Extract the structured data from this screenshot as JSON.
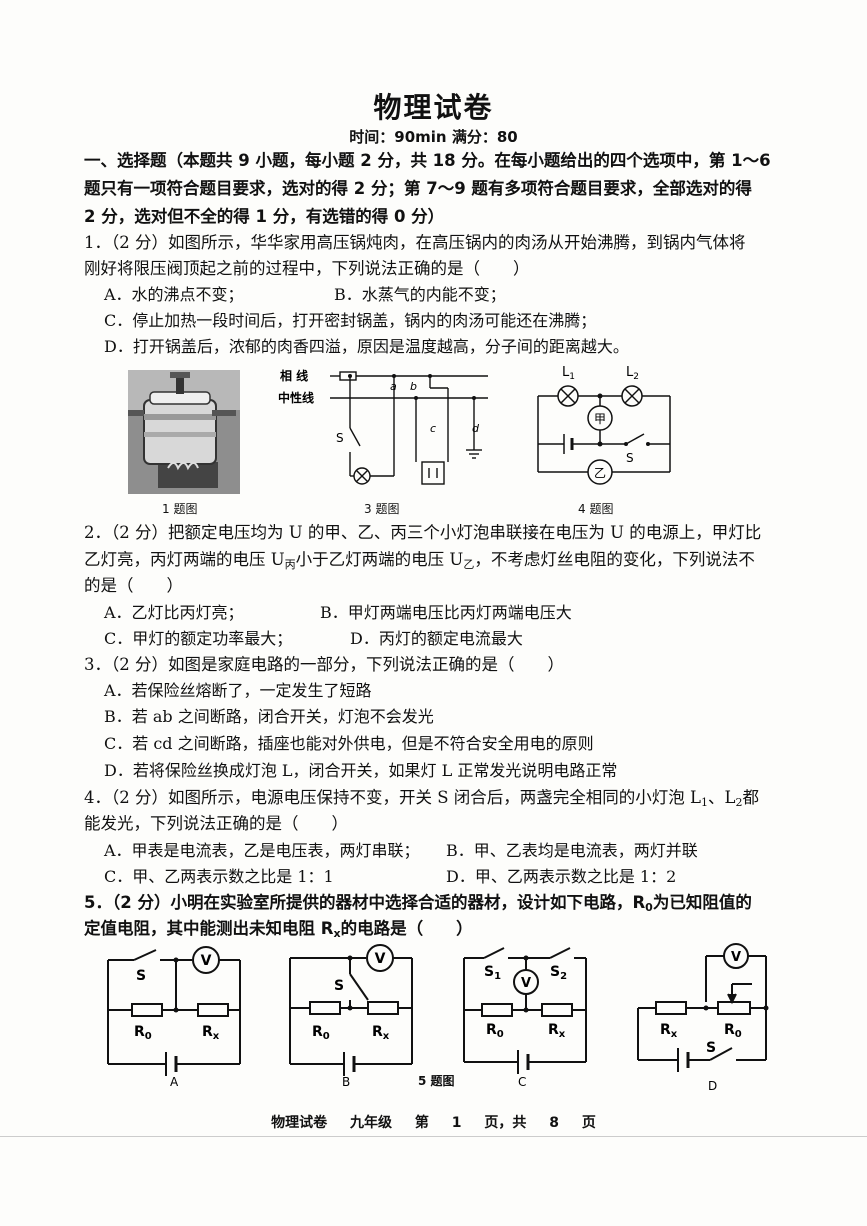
{
  "doc": {
    "title": "物理试卷",
    "meta": "时间：90min 满分：80",
    "section1": [
      "一、选择题（本题共 9 小题，每小题 2 分，共 18 分。在每小题给出的四个选项中，第 1～6",
      "题只有一项符合题目要求，选对的得 2 分；第 7～9 题有多项符合题目要求，全部选对的得",
      "2 分，选对但不全的得 1 分，有选错的得 0 分）"
    ]
  },
  "q1": {
    "stem": [
      "1．（2 分）如图所示，华华家用高压锅炖肉，在高压锅内的肉汤从开始沸腾，到锅内气体将",
      "刚好将限压阀顶起之前的过程中，下列说法正确的是（　　）"
    ],
    "a": "A．水的沸点不变；",
    "b": "B．水蒸气的内能不变；",
    "c": "C．停止加热一段时间后，打开密封锅盖，锅内的肉汤可能还在沸腾；",
    "d": "D．打开锅盖后，浓郁的肉香四溢，原因是温度越高，分子间的距离越大。"
  },
  "figs": {
    "fig1": "1 题图",
    "fig3": "3 题图",
    "fig4": "4 题图",
    "fig5": "5 题图",
    "live": "相 线",
    "neutral": "中性线",
    "pa": "a",
    "pb": "b",
    "pc": "c",
    "pd": "d",
    "s": "S",
    "l1": "L",
    "l1sub": "1",
    "l2": "L",
    "l2sub": "2",
    "jia": "甲",
    "yi": "乙",
    "vm": "V",
    "r0": "R",
    "r0sub": "0",
    "rx": "R",
    "rxsub": "x",
    "s1": "S",
    "s1sub": "1",
    "s2": "S",
    "s2sub": "2",
    "la": "A",
    "lb": "B",
    "lc": "C",
    "ld": "D"
  },
  "q2": {
    "stem1": "2．（2 分）把额定电压均为 U 的甲、乙、丙三个小灯泡串联接在电压为 U 的电源上，甲灯比",
    "stem2a": "乙灯亮，丙灯两端的电压 U",
    "sub1": "丙",
    "stem2b": "小于乙灯两端的电压 U",
    "sub2": "乙",
    "stem2c": "，不考虑灯丝电阻的变化，下列说法不",
    "stem3": "的是（　　）",
    "a": "A．乙灯比丙灯亮；",
    "b": "B．甲灯两端电压比丙灯两端电压大",
    "c": "C．甲灯的额定功率最大；",
    "d": "D．丙灯的额定电流最大"
  },
  "q3": {
    "stem": "3．（2 分）如图是家庭电路的一部分，下列说法正确的是（　　）",
    "a": "A．若保险丝熔断了，一定发生了短路",
    "b": "B．若 ab 之间断路，闭合开关，灯泡不会发光",
    "c": "C．若 cd 之间断路，插座也能对外供电，但是不符合安全用电的原则",
    "d": "D．若将保险丝换成灯泡 L，闭合开关，如果灯 L 正常发光说明电路正常"
  },
  "q4": {
    "stem1a": "4．（2 分）如图所示，电源电压保持不变，开关 S 闭合后，两盏完全相同的小灯泡 L",
    "sub1": "1",
    "stem1b": "、L",
    "sub2": "2",
    "stem1c": "都",
    "stem2": "能发光，下列说法正确的是（　　）",
    "a": "A．甲表是电流表，乙是电压表，两灯串联；",
    "b": "B．甲、乙表均是电流表，两灯并联",
    "c": "C．甲、乙两表示数之比是 1：1",
    "d": "D．甲、乙两表示数之比是 1：2"
  },
  "q5": {
    "stem1a": "5．（2 分）小明在实验室所提供的器材中选择合适的器材，设计如下电路，R",
    "sub1": "0",
    "stem1b": "为已知阻值的",
    "stem2a": "定值电阻，其中能测出未知电阻 R",
    "sub2": "x",
    "stem2b": "的电路是（　　）"
  },
  "footer": {
    "subject": "物理试卷",
    "grade": "九年级",
    "page": "第 1 页，共 8 页"
  }
}
